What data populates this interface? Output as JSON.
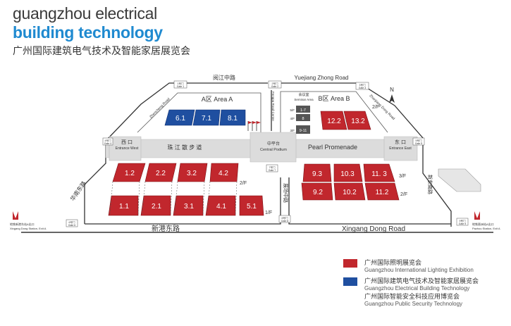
{
  "header": {
    "title_line1": "guangzhou electrical",
    "title_line2": "building technology",
    "title_zh": "广州国际建筑电气技术及智能家居展览会"
  },
  "colors": {
    "lighting": "#c1272d",
    "electrical": "#1f4fa0",
    "security": "#e6e6e6",
    "floor": "#d9d9d9",
    "road": "#333333",
    "accent_blue": "#1f8ad0"
  },
  "map": {
    "roads": {
      "minjiang_zh": "阅江中路",
      "yuejiang": "Yuejiang Zhong Road",
      "zhencheng": "Zhencheng Road",
      "fengpu": "Fengpu Road Center",
      "zhanjiang_dong": "Zhanjiang Dong Road",
      "xingang_zh": "新港东路",
      "xingang_en": "Xingang Dong Road",
      "west_road_zh": "华南东路",
      "east_road_zh": "新东南路",
      "middle_road_zh": "展场中路"
    },
    "areas": {
      "a": "A区 Area A",
      "b": "B区 Area B",
      "seminar_zh": "会议室",
      "seminar_en": "Seminar Area"
    },
    "promenade": {
      "zh": "珠 江 散 步 道",
      "en": "Pearl Promenade",
      "podium_zh": "中平台",
      "podium_en": "Central Podium"
    },
    "entrances": {
      "west_zh": "西 口",
      "west_en": "Entrance West",
      "east_zh": "东 口",
      "east_en": "Entrance East"
    },
    "floors": {
      "f1": "1/F",
      "f2": "2/F",
      "f3": "3/F"
    },
    "gates": [
      {
        "zh": "1号门",
        "en": "Gate 1"
      },
      {
        "zh": "2号门",
        "en": "Gate 2"
      },
      {
        "zh": "3号门",
        "en": "Gate 3"
      },
      {
        "zh": "4号门",
        "en": "Gate 4"
      },
      {
        "zh": "5号门",
        "en": "Gate 5"
      },
      {
        "zh": "6号门",
        "en": "Gate 6"
      },
      {
        "zh": "7号门",
        "en": "Gate 7"
      },
      {
        "zh": "8号门",
        "en": "Gate 8"
      },
      {
        "zh": "9号门",
        "en": "Gate 9"
      }
    ],
    "stations": {
      "west_zh": "地铁新港东站A出口",
      "west_en": "Xingang Dong Station, Exit A",
      "east_zh": "地铁琶洲站A出口",
      "east_en": "Pazhou Station, Exit A"
    },
    "compass": "N",
    "halls_blue": [
      "6.1",
      "7.1",
      "8.1"
    ],
    "halls_a_upper": [
      "1.2",
      "2.2",
      "3.2",
      "4.2"
    ],
    "halls_a_lower": [
      "1.1",
      "2.1",
      "3.1",
      "4.1",
      "5.1"
    ],
    "halls_b_upper": [
      "12.2",
      "13.2"
    ],
    "halls_b_row3": [
      "9.3",
      "10.3",
      "11. 3"
    ],
    "halls_b_row2": [
      "9.2",
      "10.2",
      "11.2"
    ],
    "seminar_rooms": [
      "1-7",
      "8",
      "9-11"
    ],
    "seminar_floor_labels": [
      "5/F",
      "4/F",
      "3/F"
    ]
  },
  "legend": [
    {
      "zh": "广州国际照明展览会",
      "en": "Guangzhou International Lighting Exhibition",
      "color": "#c1272d"
    },
    {
      "zh": "广州国际建筑电气技术及智能家居展览会",
      "en": "Guangzhou Electrical Building Technology",
      "color": "#1f4fa0"
    },
    {
      "zh": "广州国际智能安全科技应用博览会",
      "en": "Guangzhou Public Security Technology",
      "color": "#e6e6e6"
    }
  ]
}
